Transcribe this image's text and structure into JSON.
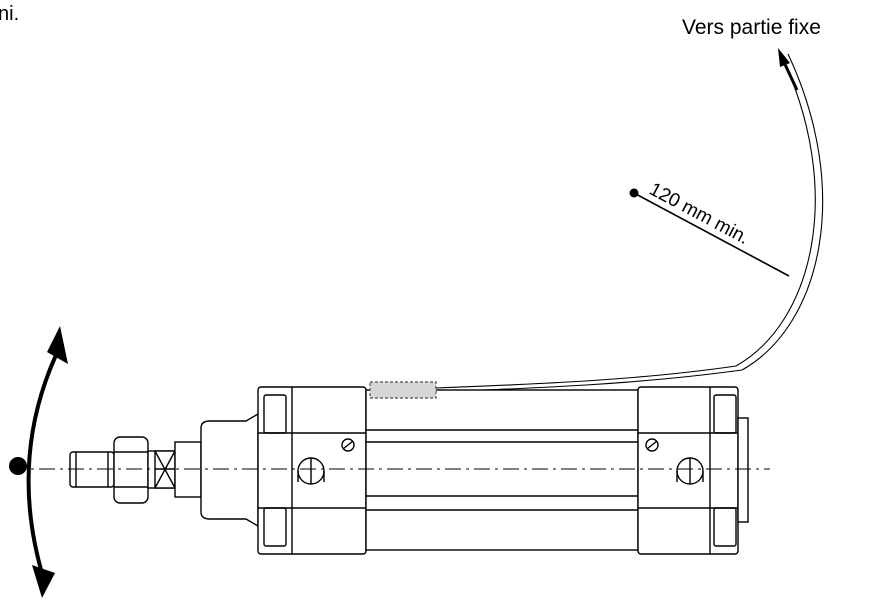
{
  "labels": {
    "corner_text": "ni.",
    "destination": "Vers partie fixe",
    "min_radius": "120 mm min."
  },
  "icons": {
    "rotation_arrow": "curved-double-arrow-icon",
    "pivot": "pivot-point-icon",
    "bend_center": "bend-center-dot-icon",
    "direction_arrow": "arrow-up-icon",
    "screw": "screw-head-icon",
    "port": "air-port-icon"
  }
}
